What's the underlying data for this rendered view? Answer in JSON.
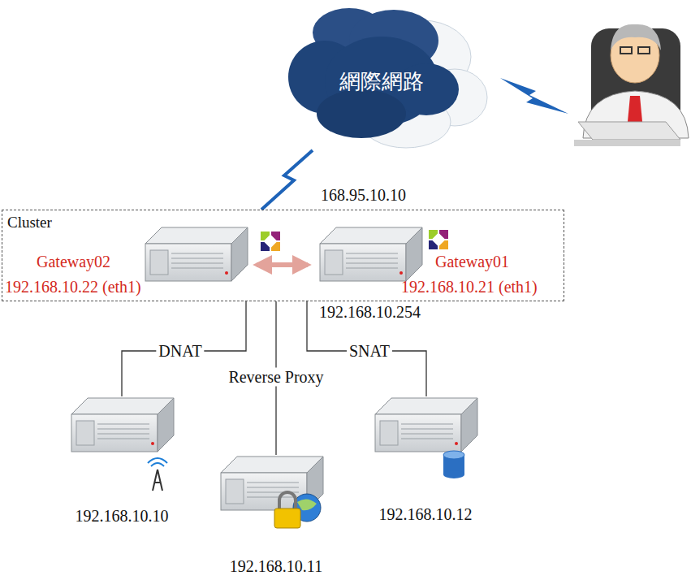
{
  "diagram": {
    "nodes": [
      {
        "text": [
          "網際網路"
        ]
      },
      {
        "text": [
          "Cluster"
        ]
      },
      {
        "text": [
          "Gateway02",
          "192.168.10.22 (eth1)"
        ],
        "in": 1
      },
      {
        "text": [
          "Gateway01",
          "192.168.10.21 (eth1)"
        ],
        "in": 1
      },
      {
        "text": [
          "192.168.10.10"
        ]
      },
      {
        "text": [
          "192.168.10.11"
        ]
      },
      {
        "text": [
          "192.168.10.12"
        ]
      }
    ],
    "edges": [
      {
        "from": 0,
        "to": 1,
        "arrow": "none"
      },
      {
        "from": 2,
        "to": 3,
        "arrow": "both"
      },
      {
        "from": 1,
        "to": 4,
        "arrow": "none",
        "label": "DNAT"
      },
      {
        "from": 1,
        "to": 5,
        "arrow": "none",
        "label": "Reverse Proxy"
      },
      {
        "from": 1,
        "to": 6,
        "arrow": "none",
        "label": "SNAT"
      }
    ],
    "labels": [
      "168.95.10.10",
      "192.168.10.254"
    ]
  }
}
